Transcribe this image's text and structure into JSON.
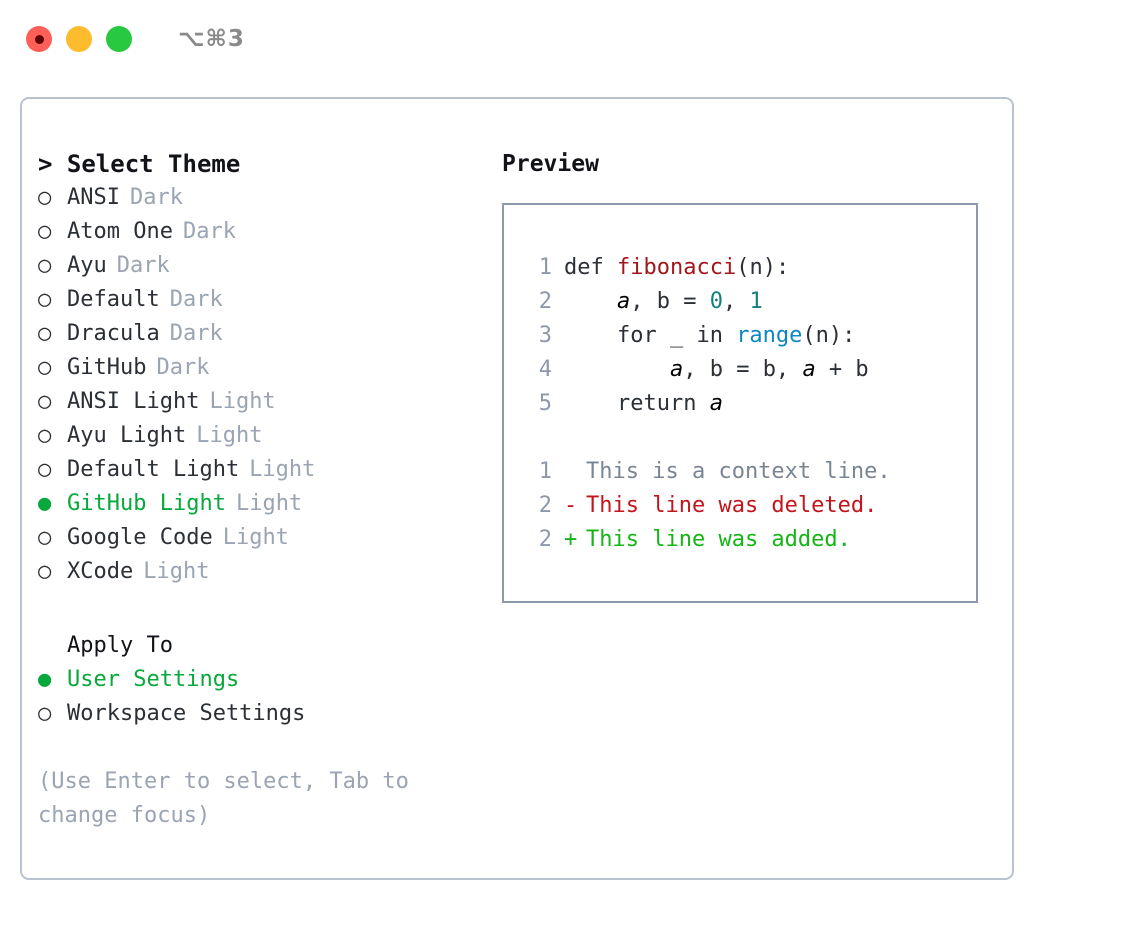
{
  "titlebar": {
    "shortcut": "⌥⌘3",
    "buttons": [
      {
        "name": "close",
        "color": "#FF5F57"
      },
      {
        "name": "minimize",
        "color": "#FDBC2E"
      },
      {
        "name": "maximize",
        "color": "#28C840"
      }
    ]
  },
  "colors": {
    "selected_green": "#07A83C",
    "muted": "#9aa4b2",
    "text": "#2b2f36",
    "border": "#b9c2cf",
    "preview_border": "#8d98aa",
    "syntax_function": "#A3161B",
    "syntax_number": "#137F7F",
    "syntax_builtin": "#0B87C4",
    "diff_added": "#14B514",
    "diff_removed": "#C3161C",
    "diff_context": "#7a8593"
  },
  "theme_list": {
    "heading": "> Select Theme",
    "items": [
      {
        "marker": "○",
        "label": "ANSI",
        "tag": "Dark",
        "selected": false
      },
      {
        "marker": "○",
        "label": "Atom One",
        "tag": "Dark",
        "selected": false
      },
      {
        "marker": "○",
        "label": "Ayu",
        "tag": "Dark",
        "selected": false
      },
      {
        "marker": "○",
        "label": "Default",
        "tag": "Dark",
        "selected": false
      },
      {
        "marker": "○",
        "label": "Dracula",
        "tag": "Dark",
        "selected": false
      },
      {
        "marker": "○",
        "label": "GitHub",
        "tag": "Dark",
        "selected": false
      },
      {
        "marker": "○",
        "label": "ANSI Light",
        "tag": "Light",
        "selected": false
      },
      {
        "marker": "○",
        "label": "Ayu Light",
        "tag": "Light",
        "selected": false
      },
      {
        "marker": "○",
        "label": "Default Light",
        "tag": "Light",
        "selected": false
      },
      {
        "marker": "●",
        "label": "GitHub Light",
        "tag": "Light",
        "selected": true
      },
      {
        "marker": "○",
        "label": "Google Code",
        "tag": "Light",
        "selected": false
      },
      {
        "marker": "○",
        "label": "XCode",
        "tag": "Light",
        "selected": false
      }
    ]
  },
  "apply_to": {
    "heading": "Apply To",
    "items": [
      {
        "marker": "●",
        "label": "User Settings",
        "selected": true
      },
      {
        "marker": "○",
        "label": "Workspace Settings",
        "selected": false
      }
    ]
  },
  "hint": "(Use Enter to select, Tab to change focus)",
  "preview": {
    "title": "Preview",
    "code_lines": [
      {
        "num": "1",
        "tokens": [
          {
            "t": "def ",
            "c": "code"
          },
          {
            "t": "fibonacci",
            "c": "t-fn"
          },
          {
            "t": "(n):",
            "c": "code"
          }
        ]
      },
      {
        "num": "2",
        "tokens": [
          {
            "t": "    ",
            "c": "code"
          },
          {
            "t": "a",
            "c": "t-var"
          },
          {
            "t": ", b = ",
            "c": "code"
          },
          {
            "t": "0",
            "c": "t-num"
          },
          {
            "t": ", ",
            "c": "code"
          },
          {
            "t": "1",
            "c": "t-num"
          }
        ]
      },
      {
        "num": "3",
        "tokens": [
          {
            "t": "    for _ in ",
            "c": "code"
          },
          {
            "t": "range",
            "c": "t-kwfn"
          },
          {
            "t": "(n):",
            "c": "code"
          }
        ]
      },
      {
        "num": "4",
        "tokens": [
          {
            "t": "        ",
            "c": "code"
          },
          {
            "t": "a",
            "c": "t-var"
          },
          {
            "t": ", b = b, ",
            "c": "code"
          },
          {
            "t": "a",
            "c": "t-var"
          },
          {
            "t": " + b",
            "c": "code"
          }
        ]
      },
      {
        "num": "5",
        "tokens": [
          {
            "t": "    return ",
            "c": "code"
          },
          {
            "t": "a",
            "c": "t-var"
          }
        ]
      }
    ],
    "diff_lines": [
      {
        "num": "1",
        "sign": " ",
        "text": "This is a context line.",
        "kind": "d-ctx"
      },
      {
        "num": "2",
        "sign": "-",
        "text": "This line was deleted.",
        "kind": "d-del"
      },
      {
        "num": "2",
        "sign": "+",
        "text": "This line was added.",
        "kind": "d-add"
      }
    ]
  }
}
